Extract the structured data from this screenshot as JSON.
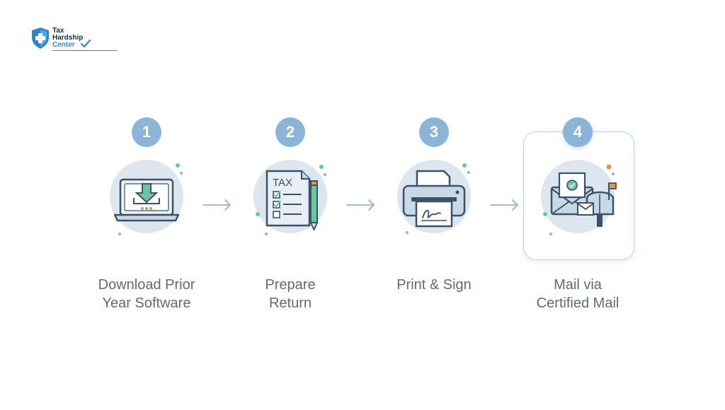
{
  "brand": {
    "line1": "Tax",
    "line2": "Hardship",
    "line3": "Center"
  },
  "steps": [
    {
      "number": "1",
      "line1": "Download Prior",
      "line2": "Year Software"
    },
    {
      "number": "2",
      "line1": "Prepare",
      "line2": "Return"
    },
    {
      "number": "3",
      "line1": "Print & Sign",
      "line2": ""
    },
    {
      "number": "4",
      "line1": "Mail via",
      "line2": "Certified Mail"
    }
  ],
  "icons": [
    "laptop-download-icon",
    "tax-form-pencil-icon",
    "printer-signature-icon",
    "mailbox-envelope-icon"
  ],
  "highlighted_step": "4",
  "illustration_text": {
    "tax_form": "TAX"
  },
  "colors": {
    "badge": "#8db3d6",
    "circle": "#dde6ee",
    "highlight_border": "#b9d3e4",
    "outline": "#3c5268",
    "accent_green": "#6fc3a2",
    "accent_orange": "#e9934a",
    "label_text": "#5f6b78"
  }
}
